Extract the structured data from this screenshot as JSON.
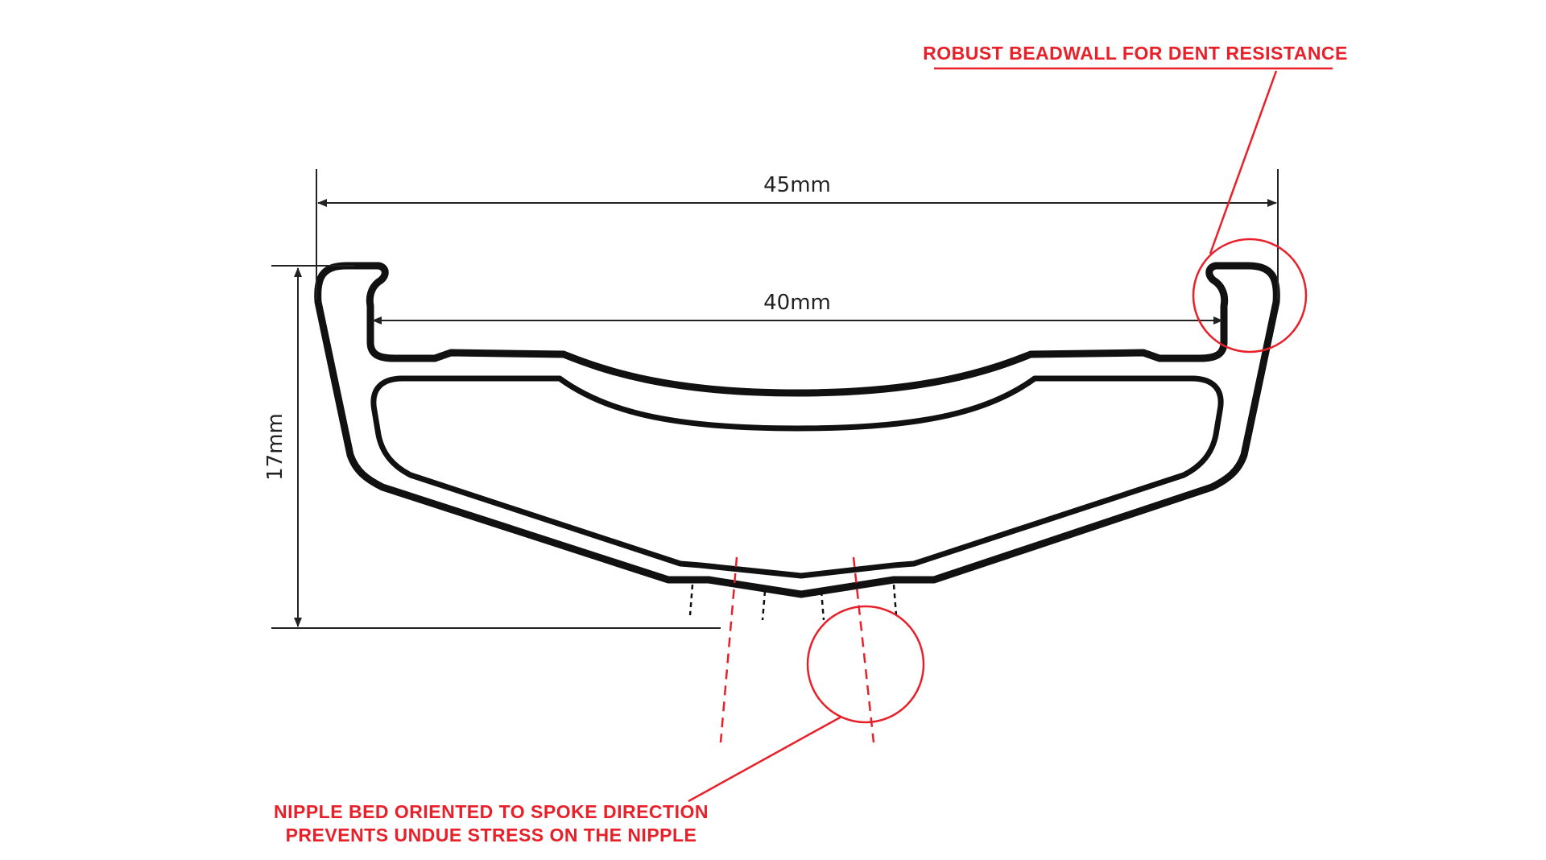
{
  "dimensions": {
    "outer_width": "45mm",
    "inner_width": "40mm",
    "height": "17mm"
  },
  "callouts": {
    "beadwall": {
      "text": "ROBUST BEADWALL FOR DENT RESISTANCE"
    },
    "nipple_bed": {
      "line1": "NIPPLE BED ORIENTED TO SPOKE DIRECTION",
      "line2": "PREVENTS UNDUE STRESS ON THE NIPPLE"
    }
  },
  "colors": {
    "outline": "#111111",
    "dimension": "#222222",
    "callout": "#e8202a",
    "background": "#ffffff"
  }
}
